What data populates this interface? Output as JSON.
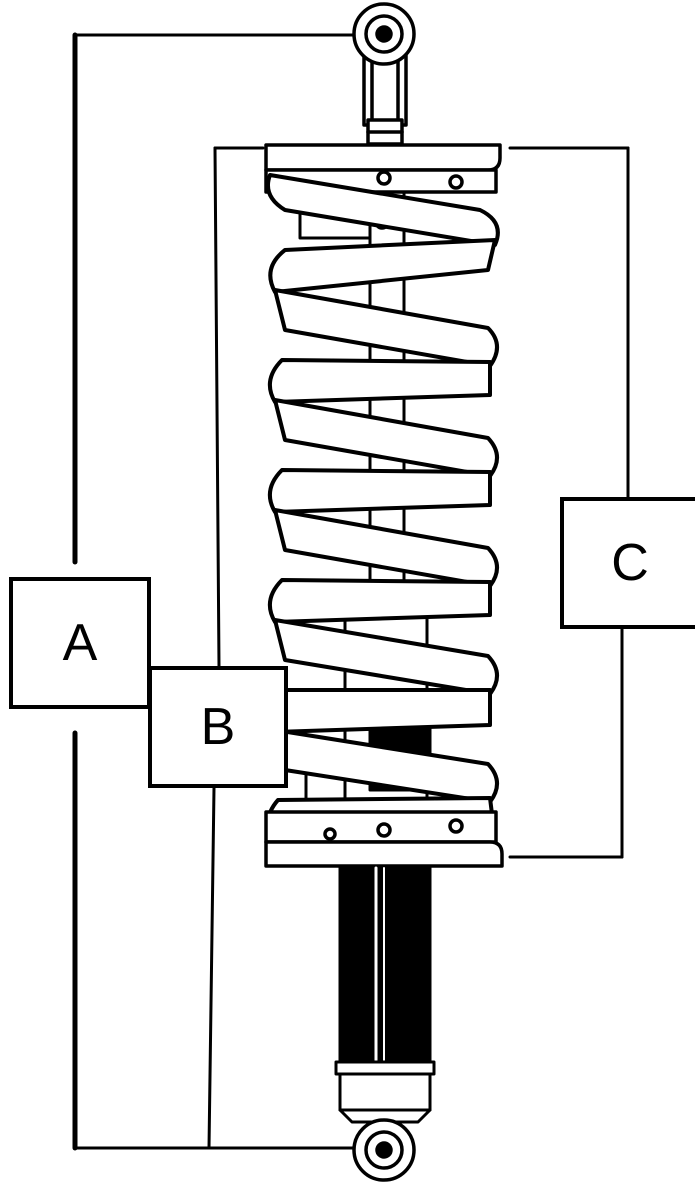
{
  "labels": {
    "a": "A",
    "b": "B",
    "c": "C"
  },
  "colors": {
    "stroke": "#000000",
    "fill": "#ffffff"
  }
}
